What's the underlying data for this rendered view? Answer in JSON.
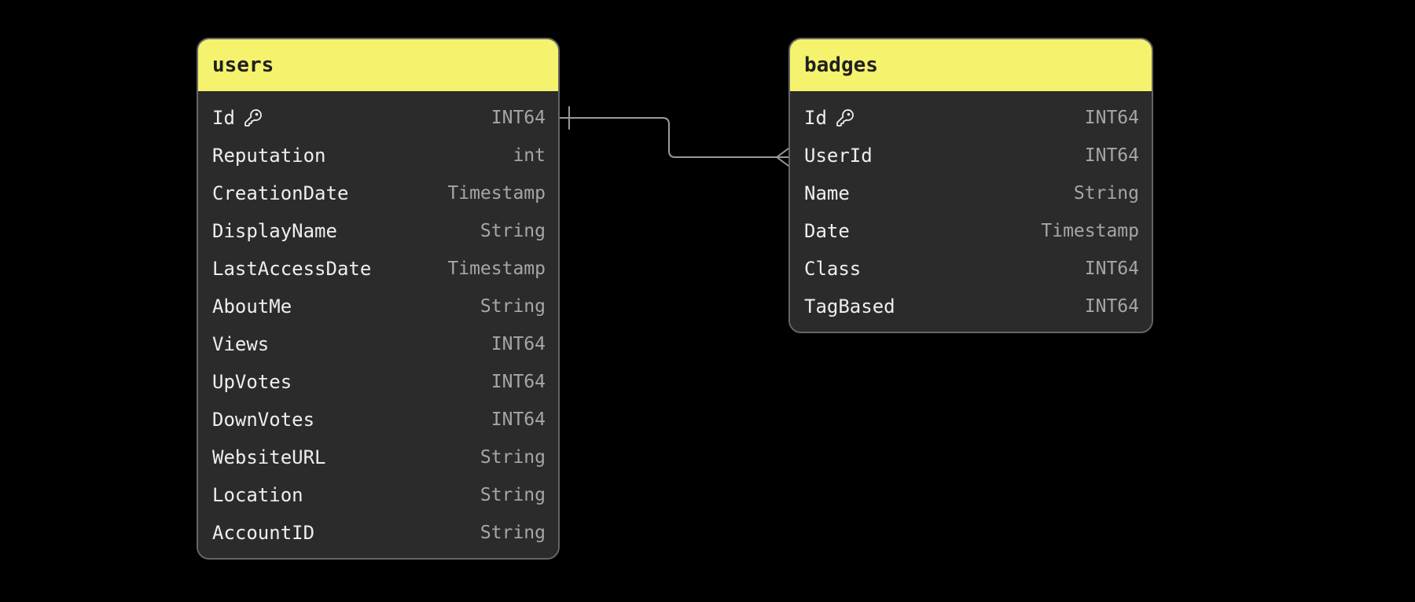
{
  "canvas": {
    "background": "#000000"
  },
  "tables": [
    {
      "title": "users",
      "header_color": "#f5f26d",
      "fields": [
        {
          "name": "Id",
          "type": "INT64",
          "primary_key": true,
          "icon": "key-icon"
        },
        {
          "name": "Reputation",
          "type": "int"
        },
        {
          "name": "CreationDate",
          "type": "Timestamp"
        },
        {
          "name": "DisplayName",
          "type": "String"
        },
        {
          "name": "LastAccessDate",
          "type": "Timestamp"
        },
        {
          "name": "AboutMe",
          "type": "String"
        },
        {
          "name": "Views",
          "type": "INT64"
        },
        {
          "name": "UpVotes",
          "type": "INT64"
        },
        {
          "name": "DownVotes",
          "type": "INT64"
        },
        {
          "name": "WebsiteURL",
          "type": "String"
        },
        {
          "name": "Location",
          "type": "String"
        },
        {
          "name": "AccountID",
          "type": "String"
        }
      ]
    },
    {
      "title": "badges",
      "header_color": "#f5f26d",
      "fields": [
        {
          "name": "Id",
          "type": "INT64",
          "primary_key": true,
          "icon": "key-icon"
        },
        {
          "name": "UserId",
          "type": "INT64"
        },
        {
          "name": "Name",
          "type": "String"
        },
        {
          "name": "Date",
          "type": "Timestamp"
        },
        {
          "name": "Class",
          "type": "INT64"
        },
        {
          "name": "TagBased",
          "type": "INT64"
        }
      ]
    }
  ],
  "relationship": {
    "from_table": "users",
    "from_field": "Id",
    "to_table": "badges",
    "to_field": "UserId",
    "from_cardinality": "one",
    "to_cardinality": "many",
    "line_color": "#9a9a9a"
  }
}
